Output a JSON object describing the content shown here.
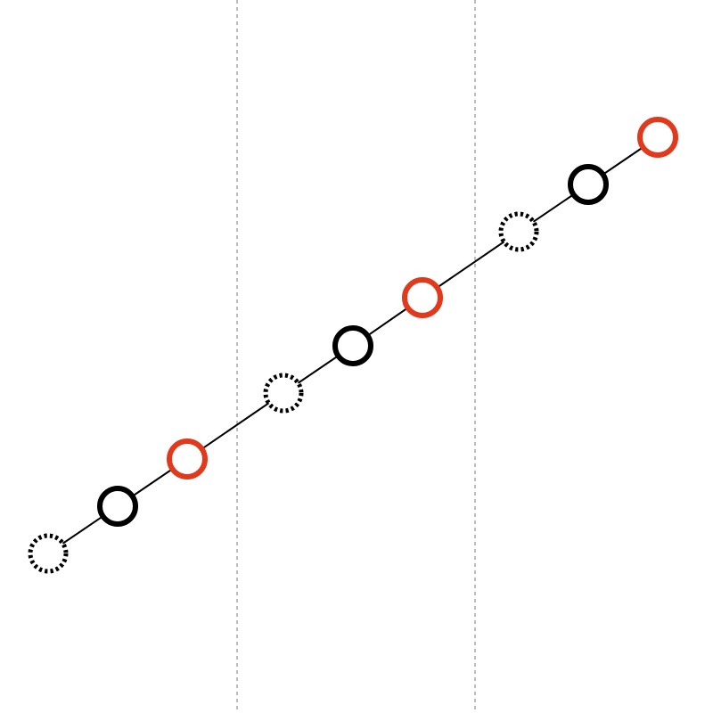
{
  "colors": {
    "background": "#ffffff",
    "line": "#000000",
    "node_black": "#000000",
    "node_accent": "#e0391b",
    "divider": "#777777"
  },
  "nodes": [
    {
      "id": "n1",
      "style": "dashed",
      "color": "#000000"
    },
    {
      "id": "n2",
      "style": "solid",
      "color": "#000000"
    },
    {
      "id": "n3",
      "style": "solid",
      "color": "#e0391b"
    },
    {
      "id": "n4",
      "style": "dashed",
      "color": "#000000"
    },
    {
      "id": "n5",
      "style": "solid",
      "color": "#000000"
    },
    {
      "id": "n6",
      "style": "solid",
      "color": "#e0391b"
    },
    {
      "id": "n7",
      "style": "dashed",
      "color": "#000000"
    },
    {
      "id": "n8",
      "style": "solid",
      "color": "#000000"
    },
    {
      "id": "n9",
      "style": "solid",
      "color": "#e0391b"
    }
  ],
  "edges": [
    [
      "n1",
      "n2"
    ],
    [
      "n2",
      "n3"
    ],
    [
      "n3",
      "n4"
    ],
    [
      "n4",
      "n5"
    ],
    [
      "n5",
      "n6"
    ],
    [
      "n6",
      "n7"
    ],
    [
      "n7",
      "n8"
    ],
    [
      "n8",
      "n9"
    ]
  ],
  "dividers": [
    {
      "id": "divider-1",
      "style": "dashed"
    },
    {
      "id": "divider-2",
      "style": "dashed"
    }
  ]
}
